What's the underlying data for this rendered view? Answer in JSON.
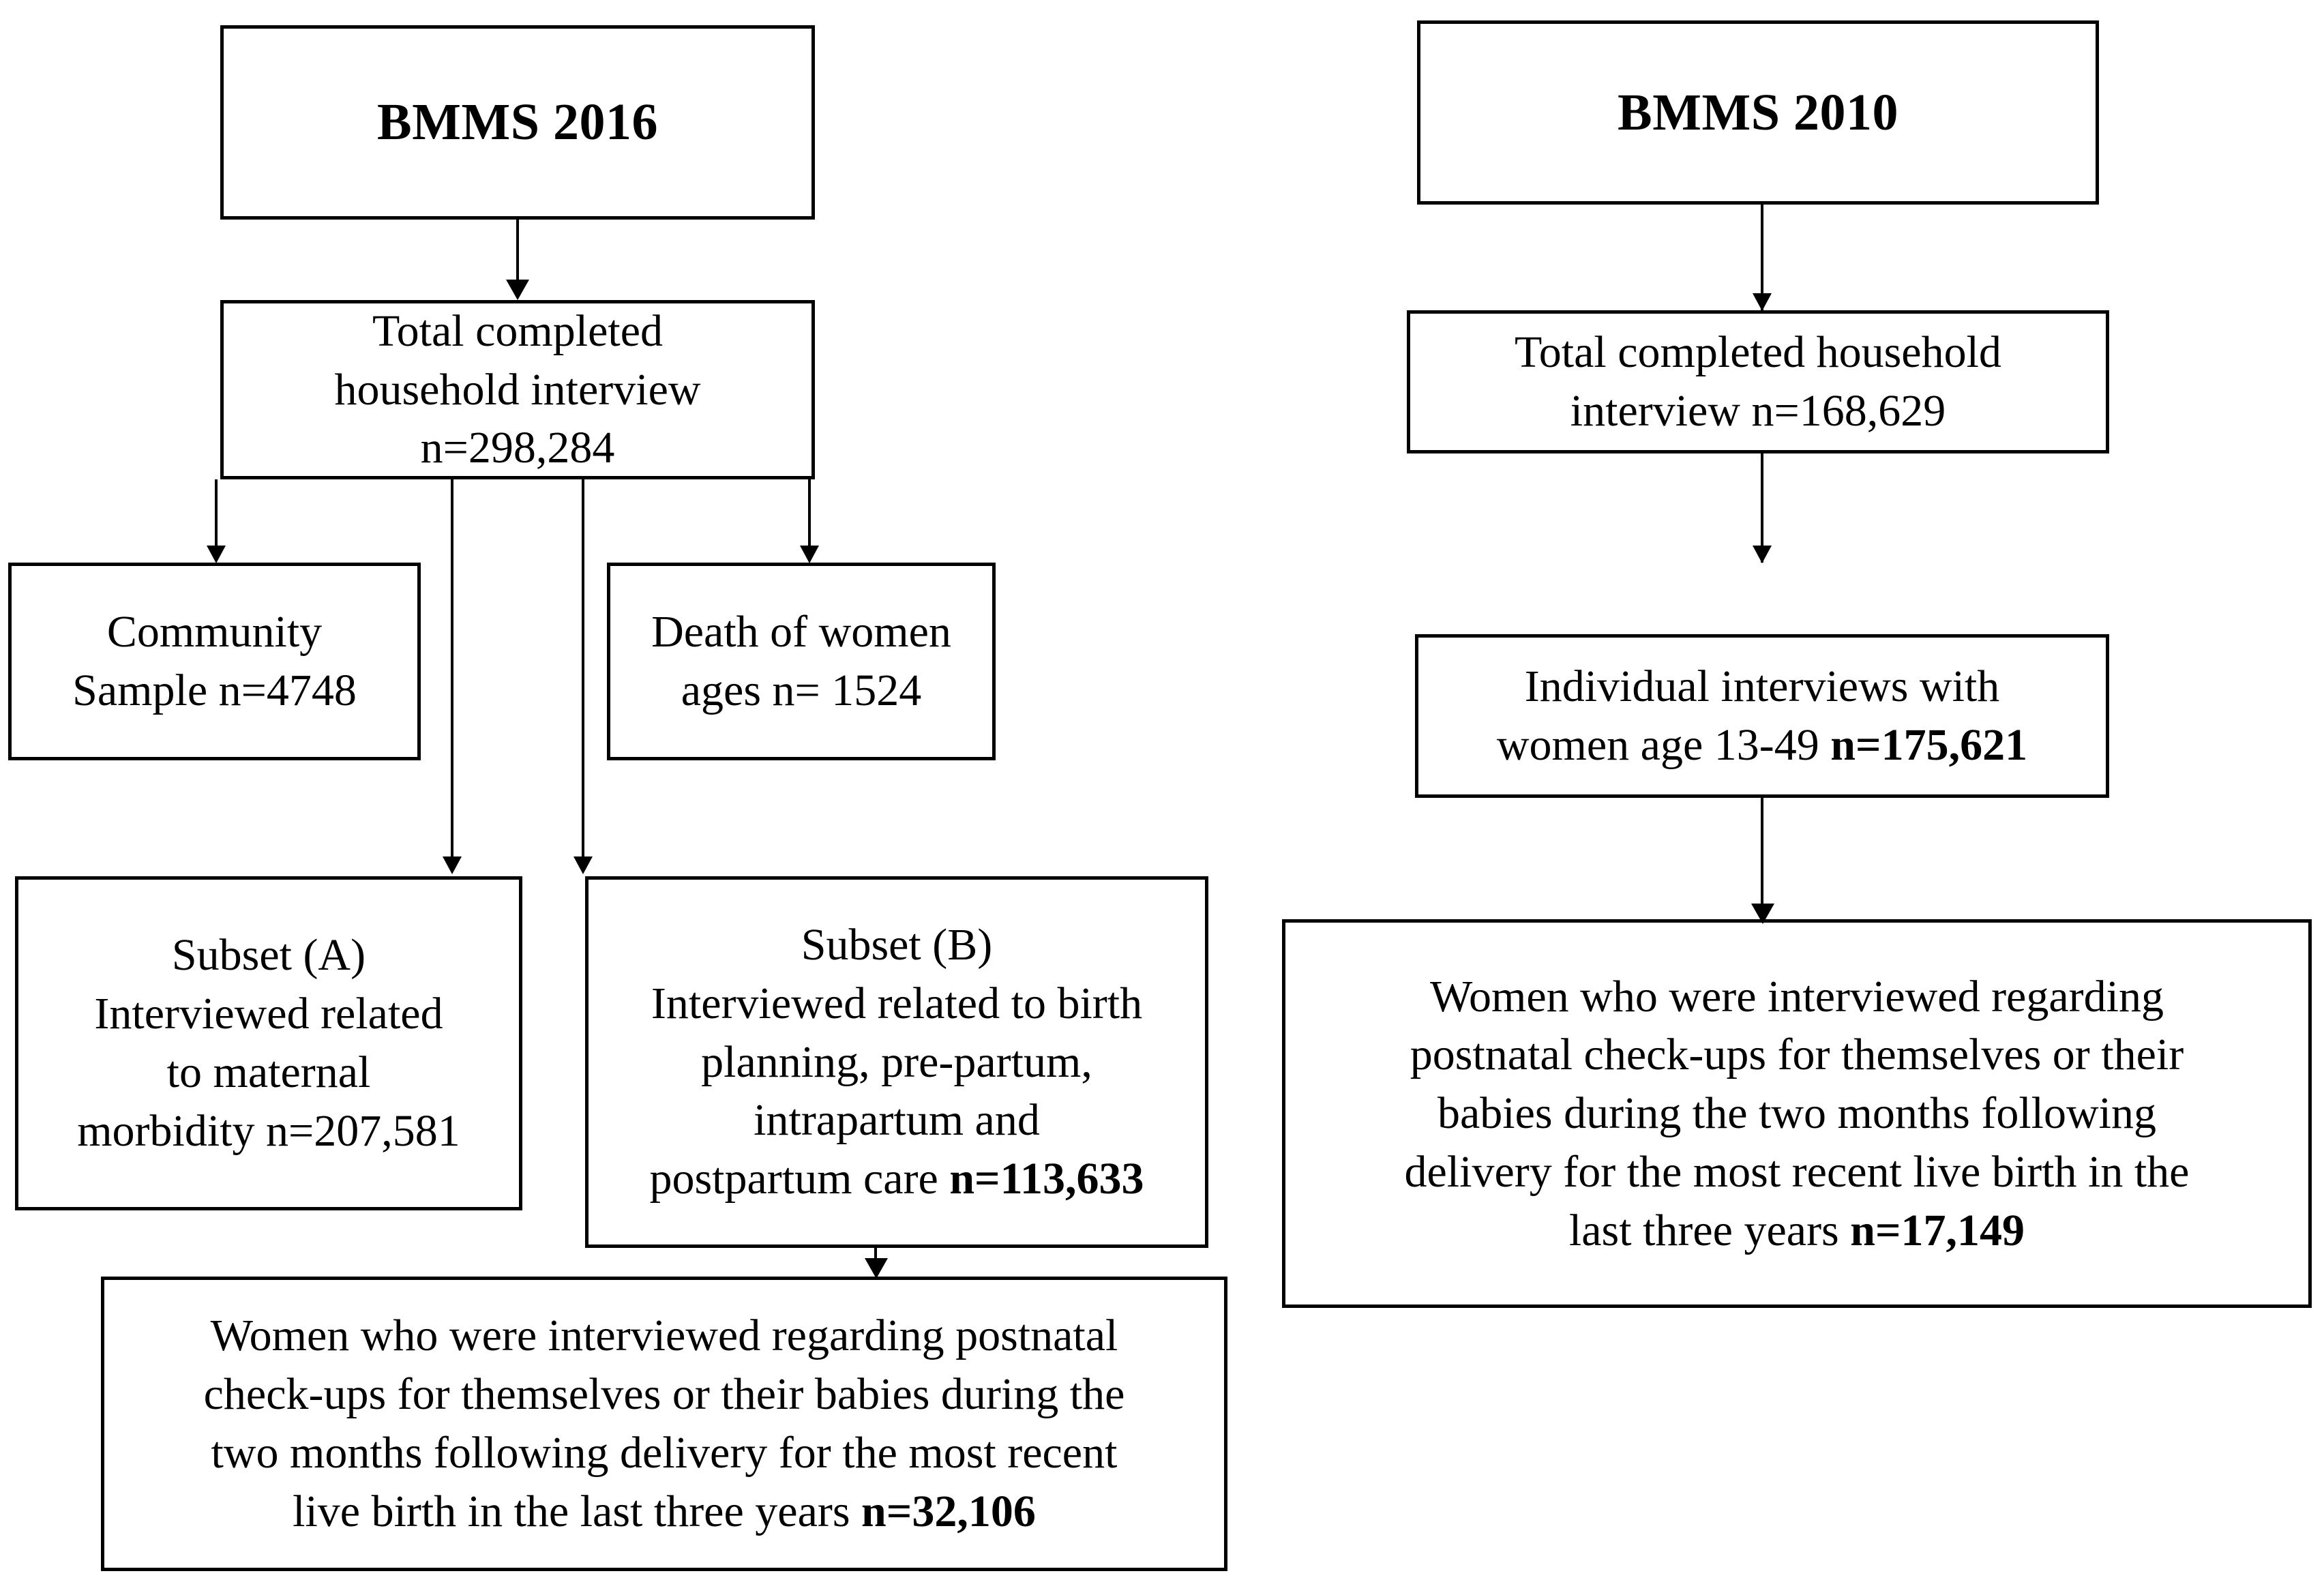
{
  "diagram": {
    "type": "flowchart",
    "title": "BMMS study sample derivation flow diagram",
    "columns": [
      {
        "name": "bmms-2016",
        "header": "BMMS 2016"
      },
      {
        "name": "bmms-2010",
        "header": "BMMS 2010"
      }
    ]
  },
  "nodes": {
    "bmms2016_title": "BMMS 2016",
    "bmms2016_total": "Total completed\nhousehold interview\nn=298,284",
    "community_sample": "Community\nSample n=4748",
    "death_of_women": "Death of women\nages n= 1524",
    "subset_a": "Subset (A)\nInterviewed related\nto maternal\nmorbidity n=207,581",
    "subset_b_main": "Subset (B)\nInterviewed related to birth\nplanning, pre-partum,\nintrapartum and\npostpartum care ",
    "subset_b_n": "n=113,633",
    "bmms2016_final_main": "Women who were interviewed regarding postnatal\ncheck-ups for themselves or their babies during the\ntwo months following delivery for the most recent\nlive birth in the last three years ",
    "bmms2016_final_n": "n=32,106",
    "bmms2010_title": "BMMS 2010",
    "bmms2010_total": "Total completed household\ninterview n=168,629",
    "bmms2010_individual_main": "Individual interviews with\nwomen age 13-49 ",
    "bmms2010_individual_n": "n=175,621",
    "bmms2010_final_main": "Women who were interviewed regarding\npostnatal check-ups for themselves or their\nbabies during the two months following\ndelivery for the most recent live birth in the\nlast three years ",
    "bmms2010_final_n": "n=17,149"
  },
  "chart_data": {
    "type": "flowchart",
    "title": "BMMS study sample derivation",
    "branches": [
      {
        "survey": "BMMS 2016",
        "steps": [
          {
            "label": "Total completed household interview",
            "n": 298284
          },
          {
            "label": "Community Sample",
            "n": 4748
          },
          {
            "label": "Death of women ages",
            "n": 1524
          },
          {
            "label": "Subset (A) Interviewed related to maternal morbidity",
            "n": 207581
          },
          {
            "label": "Subset (B) Interviewed related to birth planning, pre-partum, intrapartum and postpartum care",
            "n": 113633
          },
          {
            "label": "Women who were interviewed regarding postnatal check-ups for themselves or their babies during the two months following delivery for the most recent live birth in the last three years",
            "n": 32106
          }
        ]
      },
      {
        "survey": "BMMS 2010",
        "steps": [
          {
            "label": "Total completed household interview",
            "n": 168629
          },
          {
            "label": "Individual interviews with women age 13-49",
            "n": 175621
          },
          {
            "label": "Women who were interviewed regarding postnatal check-ups for themselves or their babies during the two months following delivery for the most recent live birth in the last three years",
            "n": 17149
          }
        ]
      }
    ],
    "edges": [
      {
        "from": "BMMS 2016",
        "to": "Total completed household interview n=298,284"
      },
      {
        "from": "Total completed household interview n=298,284",
        "to": "Community Sample n=4748"
      },
      {
        "from": "Total completed household interview n=298,284",
        "to": "Death of women ages n= 1524"
      },
      {
        "from": "Total completed household interview n=298,284",
        "to": "Subset (A) n=207,581"
      },
      {
        "from": "Total completed household interview n=298,284",
        "to": "Subset (B) n=113,633"
      },
      {
        "from": "Subset (B) n=113,633",
        "to": "Women ... n=32,106"
      },
      {
        "from": "BMMS 2010",
        "to": "Total completed household interview n=168,629"
      },
      {
        "from": "Total completed household interview n=168,629",
        "to": "Individual interviews with women age 13-49 n=175,621"
      },
      {
        "from": "Individual interviews with women age 13-49 n=175,621",
        "to": "Women ... n=17,149"
      }
    ],
    "colors": {
      "box_border": "#000000",
      "background": "#ffffff",
      "text": "#000000"
    }
  }
}
